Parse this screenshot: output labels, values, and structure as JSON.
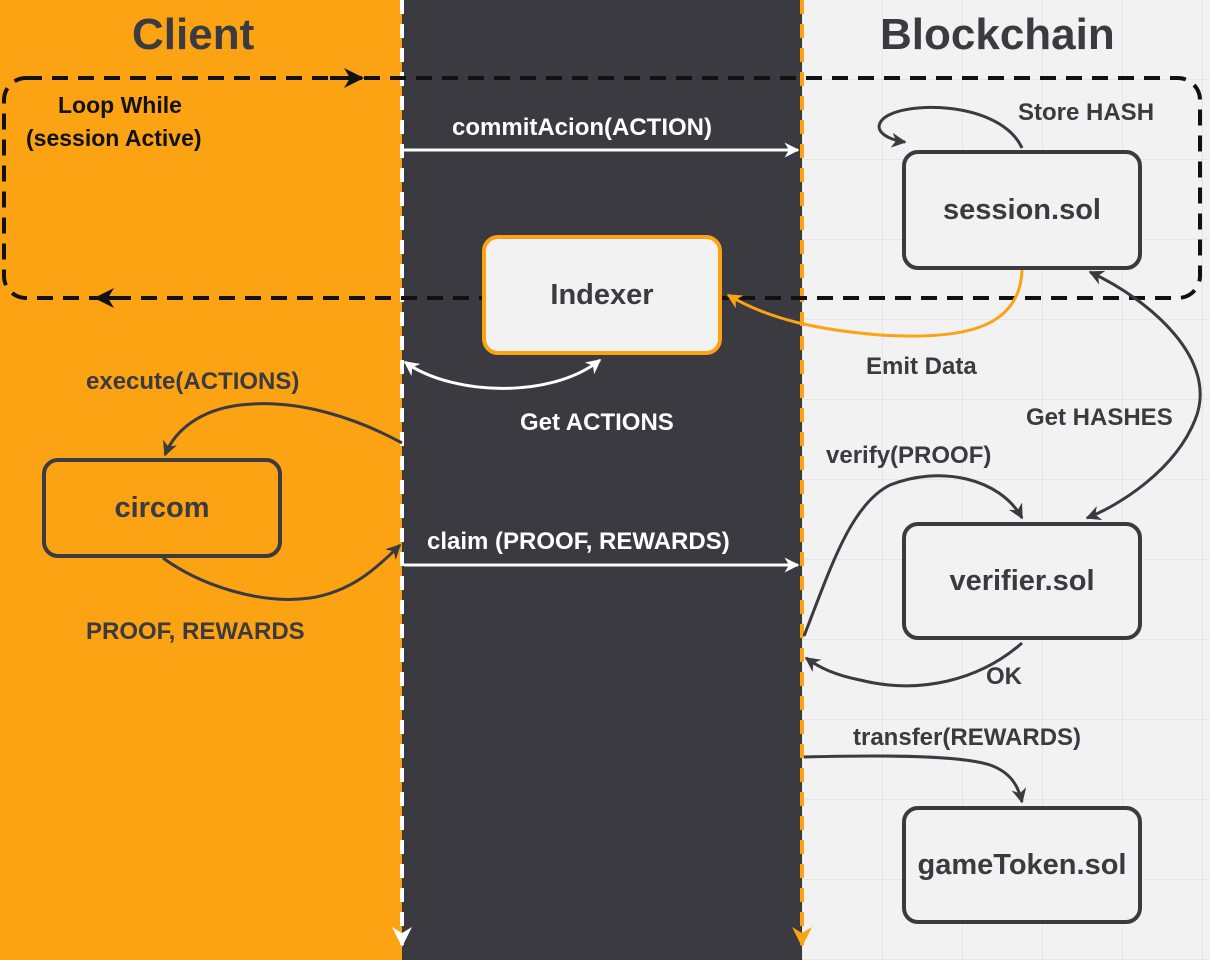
{
  "lanes": {
    "client": "Client",
    "blockchain": "Blockchain"
  },
  "loop": {
    "line1": "Loop While",
    "line2": "(session Active)"
  },
  "nodes": {
    "session": "session.sol",
    "indexer": "Indexer",
    "circom": "circom",
    "verifier": "verifier.sol",
    "gameToken": "gameToken.sol"
  },
  "messages": {
    "commit": "commitAcion(ACTION)",
    "store_hash": "Store HASH",
    "emit_data": "Emit Data",
    "get_actions": "Get ACTIONS",
    "execute": "execute(ACTIONS)",
    "get_hashes": "Get HASHES",
    "verify": "verify(PROOF)",
    "claim": "claim (PROOF, REWARDS)",
    "proof_rewards": "PROOF, REWARDS",
    "ok": "OK",
    "transfer": "transfer(REWARDS)"
  },
  "colors": {
    "orange": "#FBA313",
    "dark": "#3A3A40",
    "light": "#F2F2F2",
    "white": "#FFFFFF"
  }
}
